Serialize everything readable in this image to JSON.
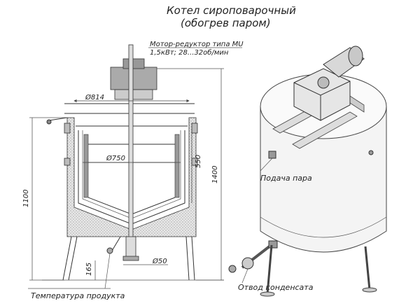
{
  "title": {
    "line1": "Котел сироповарочный",
    "line2": "(обогрев паром)"
  },
  "motor": {
    "line1": "Мотор-редуктор типа MU",
    "line2": "1,5кВт; 28...32об/мин"
  },
  "dimensions": {
    "d814": "Ø814",
    "d750": "Ø750",
    "d50": "Ø50",
    "h550": "550",
    "h1400": "1400",
    "h1100": "1100",
    "h165": "165"
  },
  "callouts": {
    "steam_in": "Подача пара",
    "product_temp": "Температура продукта",
    "condensate_out": "Отвод конденсата"
  }
}
